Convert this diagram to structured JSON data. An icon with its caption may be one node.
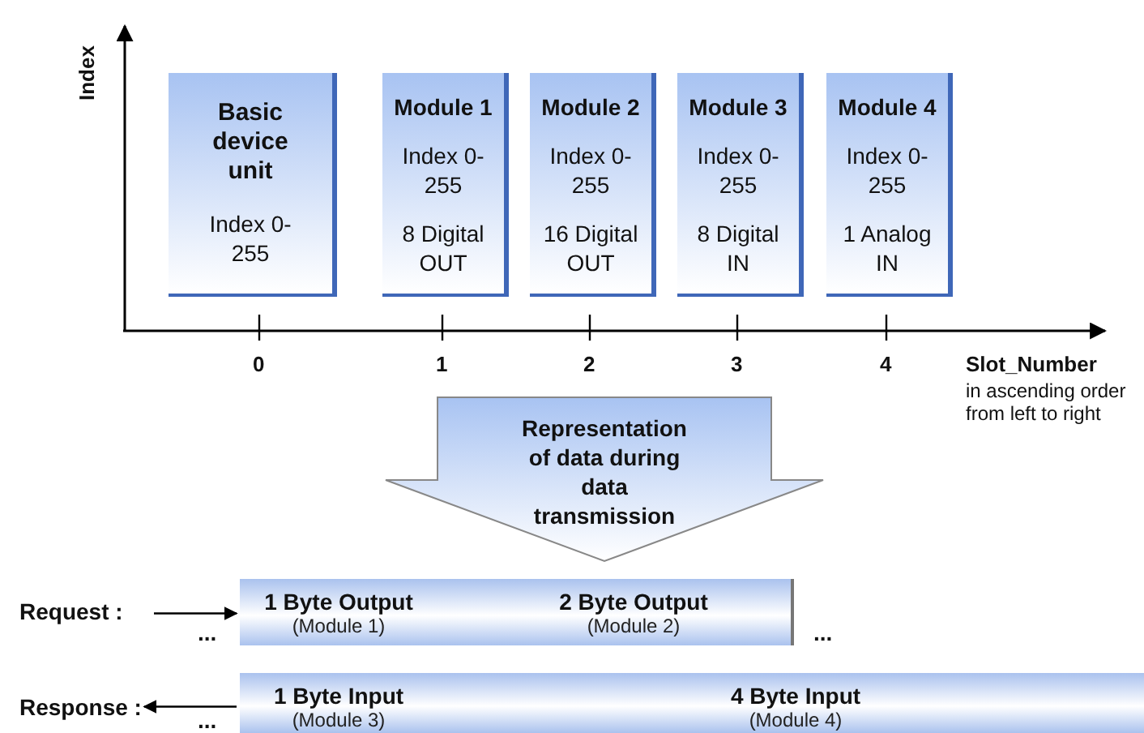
{
  "diagram": {
    "nodes": [
      {
        "text": [
          "Basic device unit",
          "Index 0-255"
        ]
      },
      {
        "text": [
          "Module 1",
          "Index 0-255",
          "8 Digital OUT"
        ]
      },
      {
        "text": [
          "Module 2",
          "Index 0-255",
          "16 Digital OUT"
        ]
      },
      {
        "text": [
          "Module 3",
          "Index 0-255",
          "8 Digital IN"
        ]
      },
      {
        "text": [
          "Module 4",
          "Index 0-255",
          "1 Analog IN"
        ]
      },
      {
        "text": [
          "Representation of data during data transmission"
        ]
      },
      {
        "text": [
          "Request :"
        ]
      },
      {
        "text": [
          "1 Byte Output",
          "(Module 1)"
        ]
      },
      {
        "text": [
          "2 Byte Output",
          "(Module 2)"
        ]
      },
      {
        "text": [
          "Response :"
        ]
      },
      {
        "text": [
          "1 Byte Input",
          "(Module 3)"
        ]
      },
      {
        "text": [
          "4 Byte Input",
          "(Module 4)"
        ]
      }
    ],
    "edges": [
      {
        "from": 6,
        "to": 7,
        "arrow": "to"
      },
      {
        "from": 10,
        "to": 9,
        "arrow": "to"
      }
    ],
    "labels": [
      "Index",
      "0",
      "1",
      "2",
      "3",
      "4",
      "Slot_Number",
      "in ascending order from left to right",
      "...",
      "...",
      "..."
    ]
  }
}
